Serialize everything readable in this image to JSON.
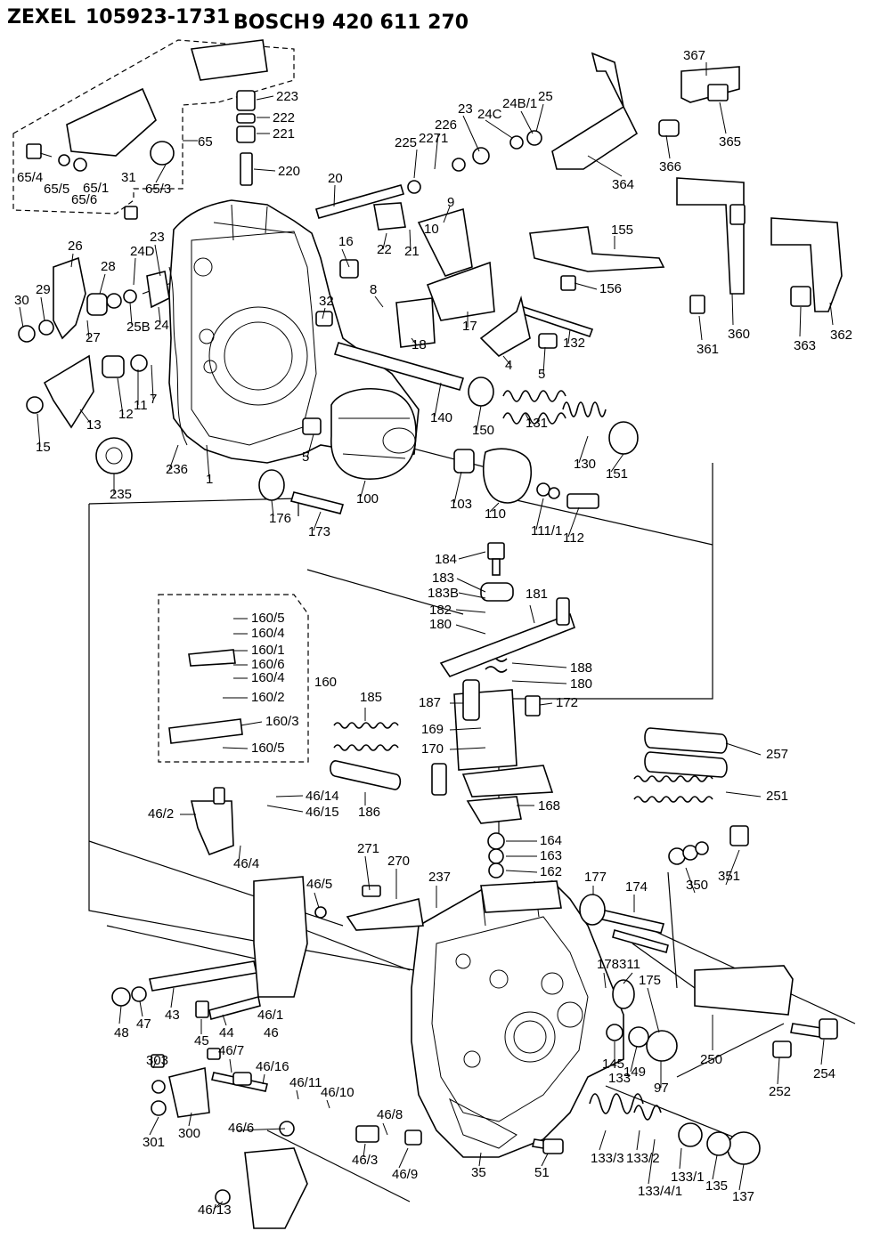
{
  "header": {
    "zexel_brand": "ZEXEL",
    "zexel_number": "105923-1731",
    "bosch_brand": "BOSCH",
    "bosch_number": "9 420 611 270"
  },
  "labels": [
    "223",
    "222",
    "221",
    "220",
    "65",
    "65/3",
    "65/4",
    "65/5",
    "65/1",
    "65/6",
    "31",
    "225",
    "2271",
    "226",
    "23",
    "24C",
    "24B/1",
    "25",
    "367",
    "365",
    "366",
    "364",
    "20",
    "9",
    "10",
    "16",
    "22",
    "21",
    "155",
    "156",
    "360",
    "361",
    "363",
    "362",
    "26",
    "24D",
    "23",
    "28",
    "29",
    "30",
    "27",
    "25B",
    "24",
    "32",
    "8",
    "18",
    "17",
    "4",
    "5",
    "132",
    "13",
    "12",
    "11",
    "7",
    "15",
    "236",
    "1",
    "140",
    "150",
    "131",
    "130",
    "151",
    "235",
    "5",
    "100",
    "103",
    "110",
    "111/1",
    "112",
    "176",
    "173",
    "184",
    "183",
    "183B",
    "182",
    "180",
    "181",
    "188",
    "180",
    "187",
    "172",
    "185",
    "169",
    "170",
    "186",
    "168",
    "160",
    "160/5",
    "160/4",
    "160/1",
    "160/6",
    "160/4",
    "160/2",
    "160/3",
    "160/5",
    "257",
    "251",
    "46/14",
    "46/15",
    "46/2",
    "46/4",
    "164",
    "163",
    "162",
    "271",
    "270",
    "237",
    "177",
    "174",
    "350",
    "351",
    "46/5",
    "178",
    "311",
    "175",
    "48",
    "47",
    "43",
    "45",
    "44",
    "46/1",
    "46",
    "145",
    "149",
    "97",
    "250",
    "254",
    "252",
    "303",
    "301",
    "300",
    "46/7",
    "46/16",
    "46/11",
    "46/10",
    "133",
    "46/6",
    "46/8",
    "46/3",
    "46/9",
    "35",
    "51",
    "133/3",
    "133/2",
    "133/1",
    "135",
    "137",
    "133/4/1",
    "46/13"
  ]
}
